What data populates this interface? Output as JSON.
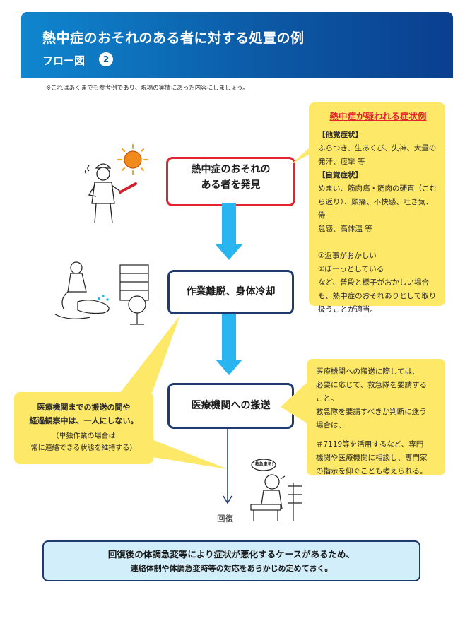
{
  "header": {
    "title": "熱中症のおそれのある者に対する処置の例",
    "subtitle": "フロー図",
    "step_number": "2"
  },
  "note": "※これはあくまでも参考例であり、現場の実情にあった内容にしましょう。",
  "flow": {
    "step1_line1": "熱中症のおそれの",
    "step1_line2": "ある者を発見",
    "step2": "作業離脱、身体冷却",
    "step3": "医療機関への搬送",
    "recovery": "回復"
  },
  "symptoms_box": {
    "title": "熱中症が疑われる症状例",
    "objective_heading": "【他覚症状】",
    "objective_lines": [
      "ふらつき、生あくび、失神、大量の",
      "発汗、痙攣 等"
    ],
    "subjective_heading": "【自覚症状】",
    "subjective_lines": [
      "めまい、筋肉痛・筋肉の硬直（こむ",
      "ら返り）、頭痛、不快感、吐き気、倦",
      "怠感、高体温 等"
    ],
    "sign_lines": [
      "①返事がおかしい",
      "②ぼーっとしている"
    ],
    "closing_lines": [
      "など、普段と様子がおかしい場合",
      "も、熱中症のおそれありとして取り",
      "扱うことが適当。"
    ]
  },
  "left_note": {
    "line1": "医療機関までの搬送の間や",
    "line2": "経過観察中は、一人にしない。",
    "line3": "（単独作業の場合は",
    "line4": "常に連絡できる状態を維持する）"
  },
  "right_note": {
    "lines": [
      "医療機関への搬送に際しては、",
      "必要に応じて、救急隊を要請する",
      "こと。",
      "救急隊を要請すべきか判断に迷う",
      "場合は、",
      "＃7119等を活用するなど、専門",
      "機関や医療機関に相談し、専門家",
      "の指示を仰ぐことも考えられる。"
    ]
  },
  "speech_bubble": "救急車を!",
  "footer": {
    "line1": "回復後の体調急変等により症状が悪化するケースがあるため、",
    "line2": "連絡体制や体調急変時等の対応をあらかじめ定めておく。"
  },
  "colors": {
    "header_blue": "#0c5aa6",
    "alert_red": "#e32330",
    "navy": "#1e3a6e",
    "arrow_cyan": "#29b6f0",
    "note_yellow": "#fde867",
    "footer_bg": "#d2eefa"
  }
}
